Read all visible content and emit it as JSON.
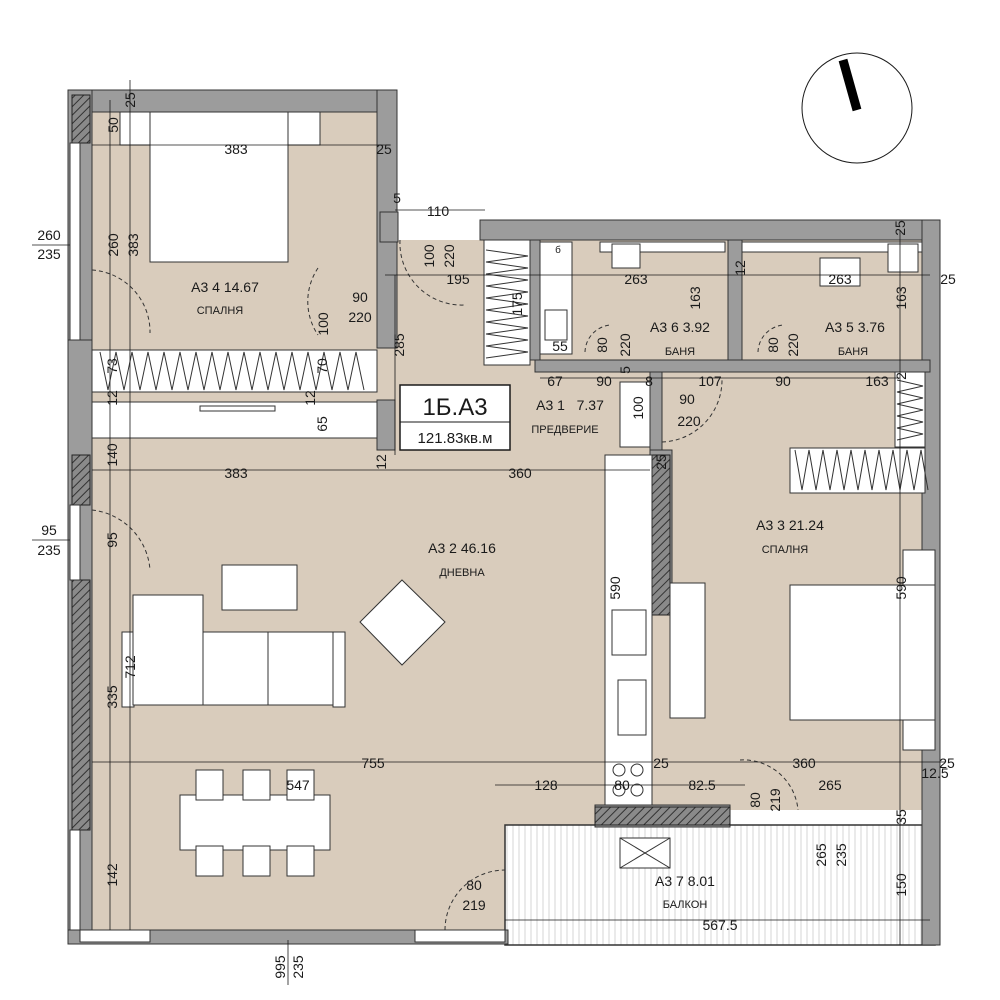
{
  "title": {
    "code": "1Б.А3",
    "area": "121.83кв.м"
  },
  "rooms": {
    "bedroom_nw": {
      "label": "А3 4 14.67",
      "type": "СПАЛНЯ"
    },
    "living": {
      "label": "А3 2 46.16",
      "type": "ДНЕВНА"
    },
    "hall": {
      "label": "А3 1   7.37",
      "type": "ПРЕДВЕРИЕ"
    },
    "bath1": {
      "label": "А3 6 3.92",
      "type": "БАНЯ"
    },
    "bath2": {
      "label": "А3 5 3.76",
      "type": "БАНЯ"
    },
    "bedroom_e": {
      "label": "А3 3 21.24",
      "type": "СПАЛНЯ"
    },
    "balcony": {
      "label": "А3 7 8.01",
      "type": "БАЛКОН"
    }
  },
  "dims": {
    "d383_top": "383",
    "d25_top": "25",
    "d50_top": "50",
    "d25_r": "25",
    "d260_v": "260",
    "d383_v": "383",
    "d5": "5",
    "d110": "110",
    "d100_a": "100",
    "d220_a": "220",
    "d195": "195",
    "d175": "175",
    "d263_a": "263",
    "d12_a": "12",
    "d263_b": "263",
    "d25_b": "25",
    "d25_c": "25",
    "d163_a": "163",
    "d163_b": "163",
    "d90_a": "90",
    "d220_b": "220",
    "d100_b": "100",
    "d285": "285",
    "d55": "55",
    "d80_a": "80",
    "d220_c": "220",
    "d80_b": "80",
    "d220_d": "220",
    "d73": "73",
    "d70": "70",
    "d12_b": "12",
    "d12_c": "12",
    "d65": "65",
    "d67": "67",
    "d90_b": "90",
    "d5_b": "5",
    "d8": "8",
    "d107": "107",
    "d90_c": "90",
    "d163_c": "163",
    "d2": "2",
    "d100_c": "100",
    "d90_d": "90",
    "d220_e": "220",
    "d140": "140",
    "d383_b": "383",
    "d360_a": "360",
    "d12_d": "12",
    "d25_d": "25",
    "d260_o": "260",
    "d235_o": "235",
    "d95_o": "95",
    "d235_o2": "235",
    "d95_v": "95",
    "d590_a": "590",
    "d590_b": "590",
    "d712": "712",
    "d335": "335",
    "d755": "755",
    "d25_e": "25",
    "d360_b": "360",
    "d25_f": "25",
    "d12_5": "12.5",
    "d547": "547",
    "d128": "128",
    "d80_c": "80",
    "d82_5": "82.5",
    "d80_d": "80",
    "d219_a": "219",
    "d265_a": "265",
    "d35": "35",
    "d265_b": "265",
    "d235_b": "235",
    "d150": "150",
    "d142": "142",
    "d80_e": "80",
    "d219_b": "219",
    "d567_5": "567.5",
    "d995": "995",
    "d235_bot": "235",
    "d6": "б"
  },
  "colors": {
    "wall": "#9c9c9c",
    "floor": "#d9ccbc",
    "balcony": "#ffffff",
    "furniture": "#ffffff",
    "line": "#1a1a1a"
  }
}
